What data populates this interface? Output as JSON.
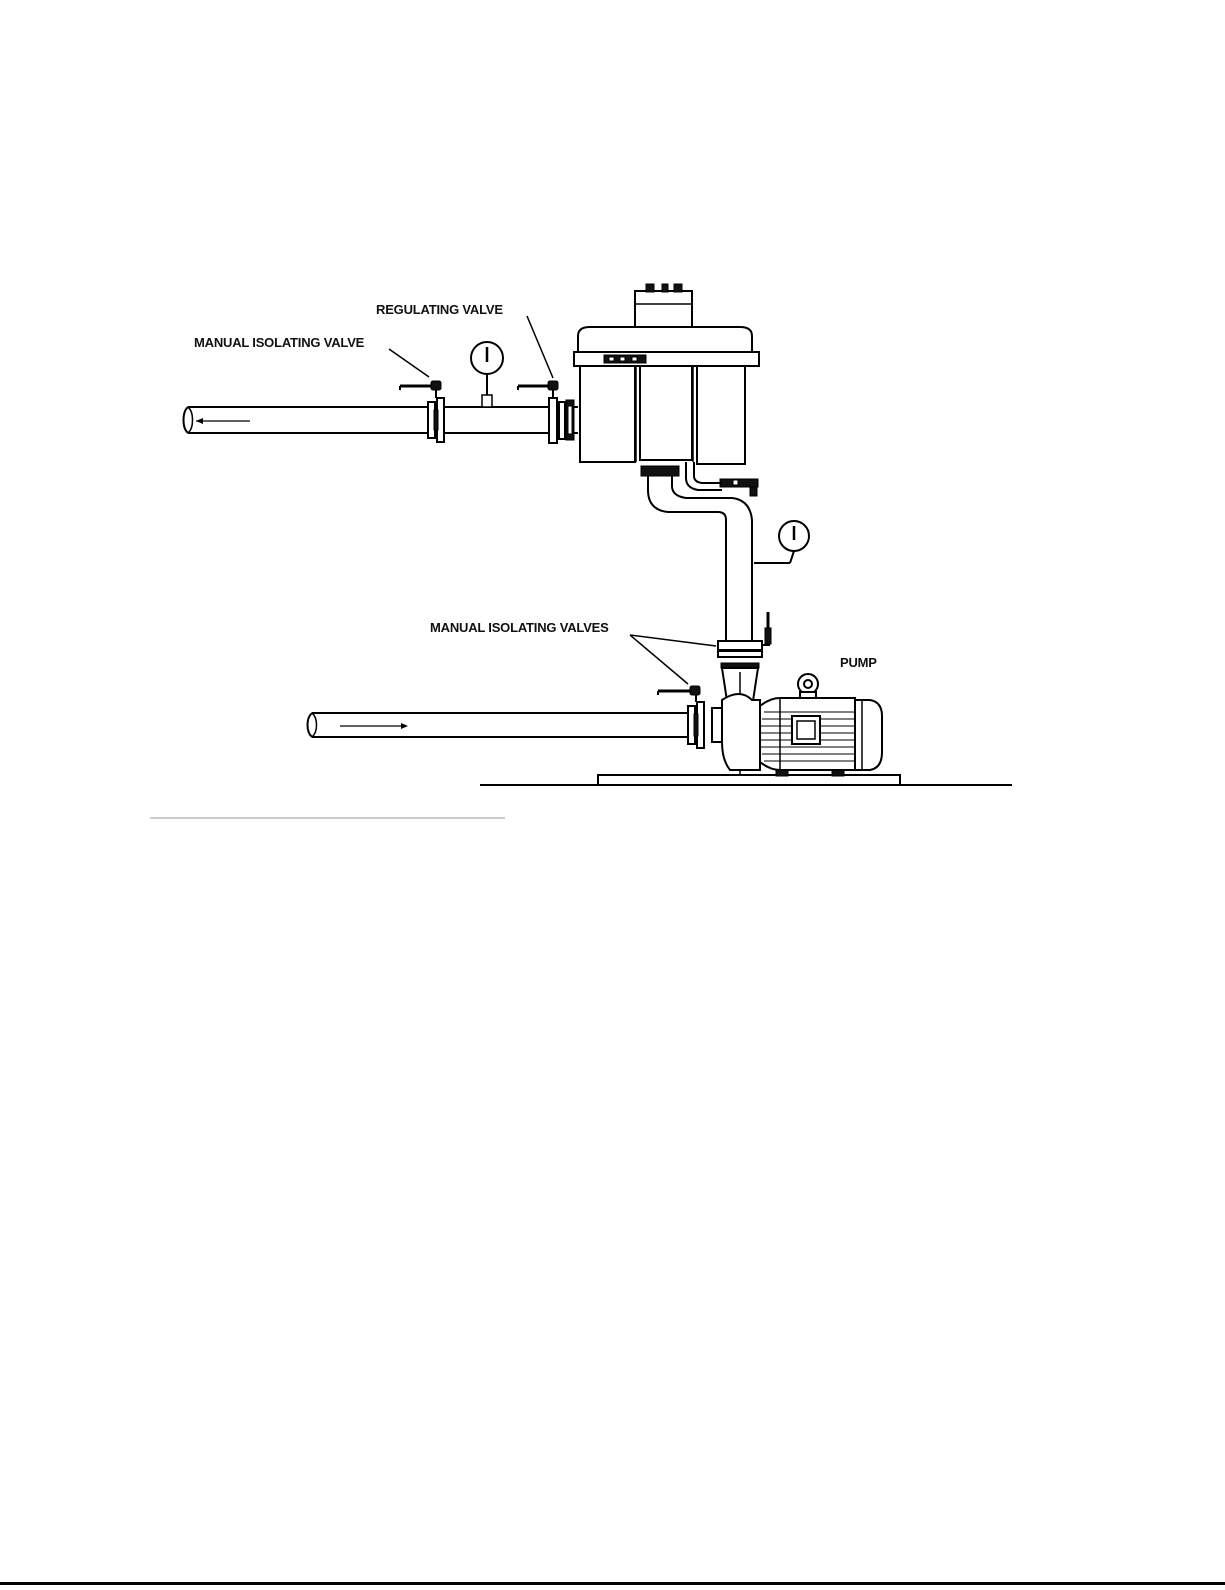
{
  "diagram": {
    "labels": {
      "regulating_valve": "REGULATING VALVE",
      "manual_isolating_valve": "MANUAL ISOLATING VALVE",
      "manual_isolating_valves": "MANUAL ISOLATING VALVES",
      "pump": "PUMP"
    }
  }
}
